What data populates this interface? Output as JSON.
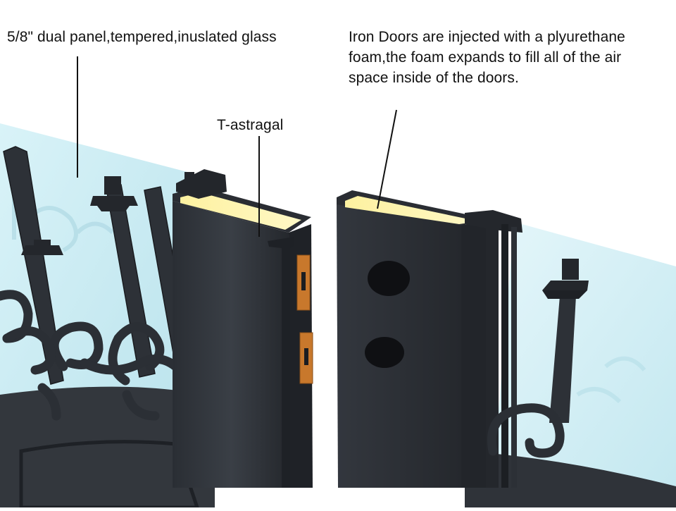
{
  "labels": {
    "glass": "5/8\" dual panel,tempered,inuslated glass",
    "astragal": "T-astragal",
    "foam_lines": [
      "Iron Doors are injected with a plyurethane",
      "foam,the foam expands to fill all of the air",
      "space inside of the doors."
    ]
  },
  "colors": {
    "iron": "#2c3036",
    "iron_dark": "#1c1f24",
    "glass": "#cfeef5",
    "foam": "#fff3a8",
    "brass": "#c8782c"
  }
}
